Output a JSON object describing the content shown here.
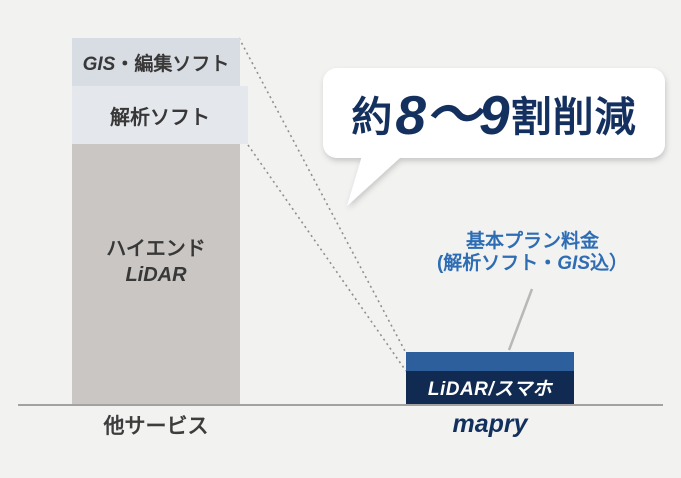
{
  "page": {
    "background": "#f2f2f1"
  },
  "chart_data": {
    "type": "bar",
    "subtype": "stacked-cost-comparison",
    "categories": [
      "他サービス",
      "mapry"
    ],
    "series": [
      {
        "name": "GIS・編集ソフト",
        "values": [
          13,
          0
        ],
        "color": "#d8dce3"
      },
      {
        "name": "解析ソフト",
        "values": [
          16,
          0
        ],
        "color": "#e4e7eb"
      },
      {
        "name": "ハイエンドLiDAR",
        "values": [
          71,
          0
        ],
        "color": "#cac6c4"
      },
      {
        "name": "基本プラン料金(解析ソフト・GIS込)",
        "values": [
          0,
          5
        ],
        "color": "#2e5f9d"
      },
      {
        "name": "LiDAR/スマホ",
        "values": [
          0,
          9.5
        ],
        "color": "#112a52"
      }
    ],
    "units": "relative cost (他サービス total = 100)",
    "ylim": [
      0,
      100
    ],
    "grid": false,
    "legend": false,
    "title": "",
    "annotations": [
      "約8〜9割削減",
      "基本プラン料金(解析ソフト・GIS込）",
      "dotted guide lines connect 他サービス bar top and 解析ソフト segment bottom to mapry bar"
    ]
  },
  "left_bar": {
    "axis_label": "他サービス",
    "segments": {
      "gis": {
        "label_em": "GIS",
        "label_rest": "・編集ソフト",
        "color": "#d8dce3"
      },
      "kaiseki": {
        "label": "解析ソフト",
        "color": "#e4e7eb"
      },
      "highend": {
        "label_line1": "ハイエンド",
        "label_line2": "LiDAR",
        "color": "#cac6c4"
      }
    }
  },
  "right_bar": {
    "axis_label": "mapry",
    "bar_label": "LiDAR/スマホ",
    "band_color": "#2e5f9d",
    "body_color": "#112a52"
  },
  "bubble": {
    "prefix": "約",
    "range": "8〜9",
    "suffix": "割削減",
    "text_color": "#14305f",
    "background": "#ffffff"
  },
  "annotation": {
    "line1": "基本プラン料金",
    "line2_pre": "(解析ソフト・",
    "line2_em": "GIS",
    "line2_post": "込）",
    "color": "#2e6db4"
  },
  "colors": {
    "axis": "#a2a2a2",
    "dotted_line": "#8f8f8f",
    "connector_line": "#b8b8b8",
    "left_label_text": "#3d3d3d",
    "bar_text": "#383838",
    "navy_text": "#12305e"
  }
}
